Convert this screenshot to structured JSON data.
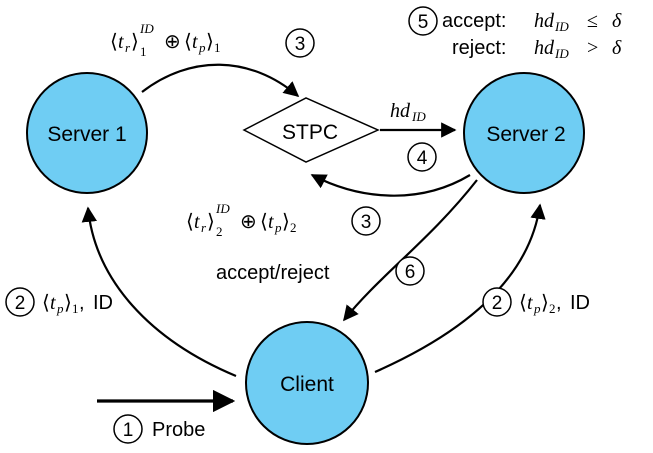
{
  "nodes": {
    "server1": "Server 1",
    "server2": "Server 2",
    "client": "Client",
    "stpc": "STPC"
  },
  "steps": {
    "s1": "1",
    "s2": "2",
    "s3": "3",
    "s4": "4",
    "s5": "5",
    "s6": "6"
  },
  "labels": {
    "probe": "Probe",
    "id": "ID",
    "accept_reject": "accept/reject",
    "accept": "accept:",
    "reject": "reject:",
    "hd": "hd",
    "hd_sub": "ID",
    "tr": "t",
    "tr_sub": "r",
    "tp": "t",
    "tp_sub": "p",
    "id_super": "ID",
    "one": "1",
    "two": "2",
    "oplus": "⊕",
    "leq": "≤",
    "gt": ">",
    "delta": "δ",
    "langle": "⟨",
    "rangle": "⟩",
    "comma": ","
  },
  "colors": {
    "node_fill": "#6fcdf3",
    "stroke": "#000000"
  }
}
